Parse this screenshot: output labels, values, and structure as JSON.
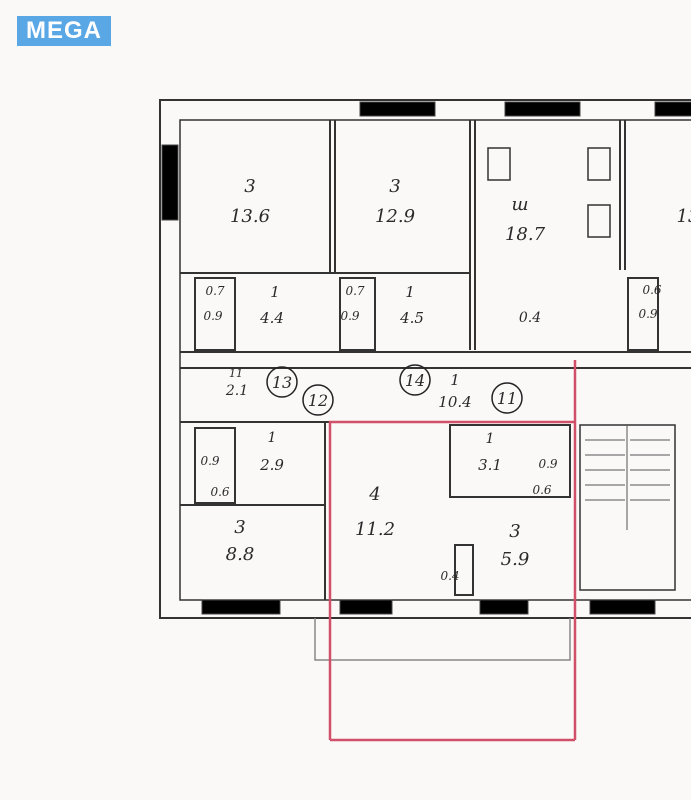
{
  "logo": {
    "text": "MEGA",
    "color": "#5aa7e6"
  },
  "highlight_color": "#d0506a",
  "rooms": [
    {
      "type": "3",
      "area": "13.6"
    },
    {
      "type": "3",
      "area": "12.9"
    },
    {
      "type": "ш",
      "area": "18.7"
    },
    {
      "type": "1",
      "area": "4.4"
    },
    {
      "type": "1",
      "area": "4.5"
    },
    {
      "type": "1",
      "area": "10.4"
    },
    {
      "type": "11",
      "area": "2.1"
    },
    {
      "type": "1",
      "area": "2.9"
    },
    {
      "type": "3",
      "area": "8.8"
    },
    {
      "type": "4",
      "area": "11.2"
    },
    {
      "type": "1",
      "area": "3.1"
    },
    {
      "type": "3",
      "area": "5.9"
    }
  ],
  "small_areas": [
    "0.7",
    "0.9",
    "0.7",
    "0.9",
    "0.4",
    "0.6",
    "0.9",
    "0.9",
    "0.6",
    "0.9",
    "0.6",
    "0.4",
    "13"
  ],
  "markers": [
    "13",
    "12",
    "14",
    "11"
  ]
}
